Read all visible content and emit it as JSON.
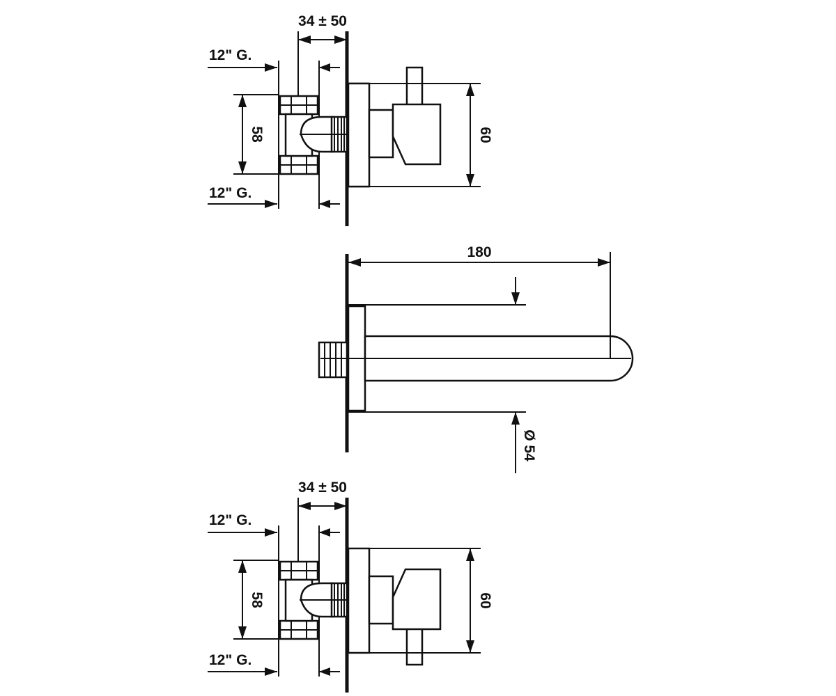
{
  "views": {
    "top": {
      "dim_depth": "34 ± 50",
      "thread_top": "12\" G.",
      "thread_bottom": "12\" G.",
      "dim_body_height": "58",
      "dim_plate_height": "60"
    },
    "middle": {
      "dim_spout_length": "180",
      "dim_spout_diameter": "Ø 54"
    },
    "bottom": {
      "dim_depth": "34 ± 50",
      "thread_top": "12\" G.",
      "thread_bottom": "12\" G.",
      "dim_body_height": "58",
      "dim_plate_height": "60"
    }
  },
  "colors": {
    "line": "#111111",
    "background": "#ffffff"
  }
}
